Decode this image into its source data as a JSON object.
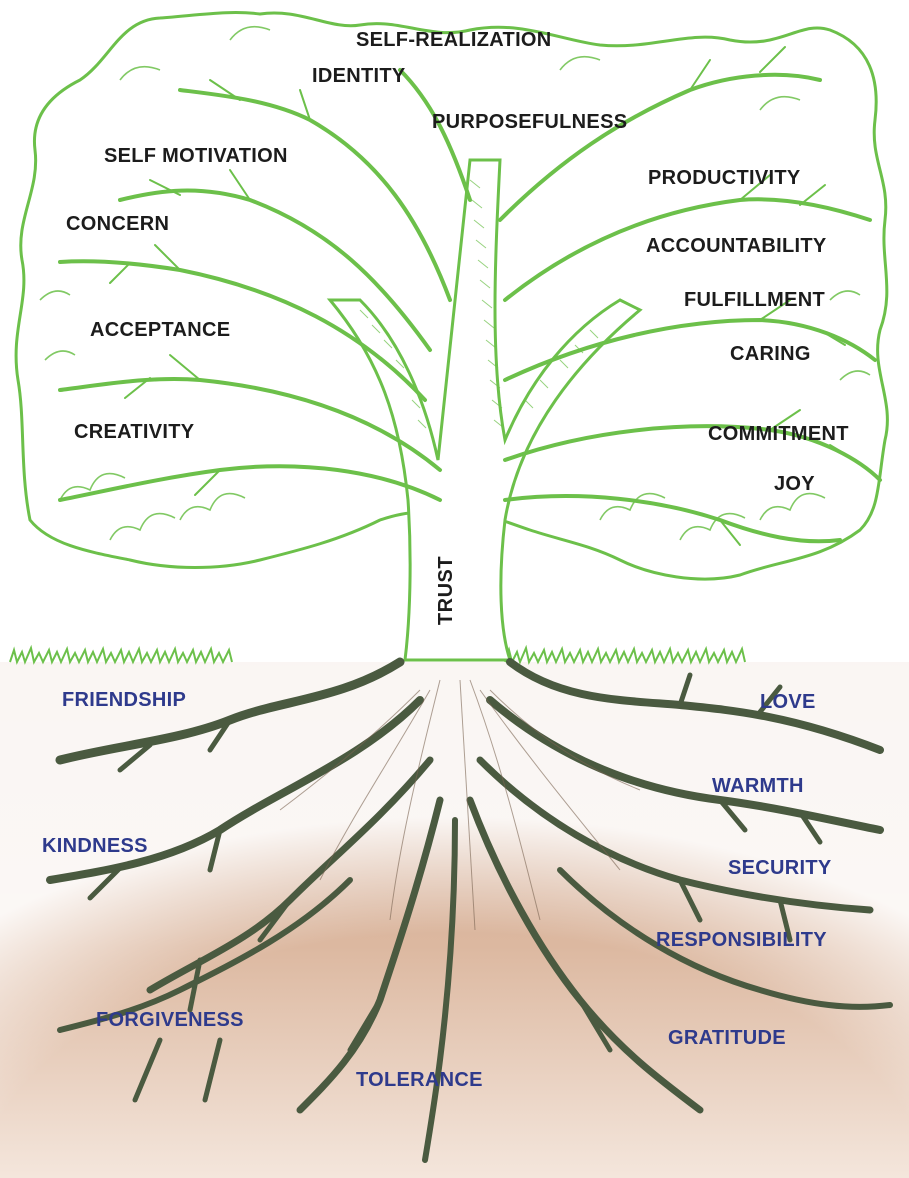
{
  "trunk_label": "TRUST",
  "branch_labels": [
    "SELF-REALIZATION",
    "IDENTITY",
    "PURPOSEFULNESS",
    "SELF MOTIVATION",
    "PRODUCTIVITY",
    "CONCERN",
    "ACCOUNTABILITY",
    "FULFILLMENT",
    "ACCEPTANCE",
    "CARING",
    "CREATIVITY",
    "COMMITMENT",
    "JOY"
  ],
  "root_labels": [
    "FRIENDSHIP",
    "LOVE",
    "WARMTH",
    "KINDNESS",
    "SECURITY",
    "RESPONSIBILITY",
    "FORGIVENESS",
    "GRATITUDE",
    "TOLERANCE"
  ],
  "colors": {
    "foliage": "#6cc04a",
    "foliage_dark": "#4f9e35",
    "soil": "#d9b39b",
    "roots": "#4a5a40",
    "branch_text": "#1c1c1c",
    "root_text": "#2e3a8c"
  }
}
